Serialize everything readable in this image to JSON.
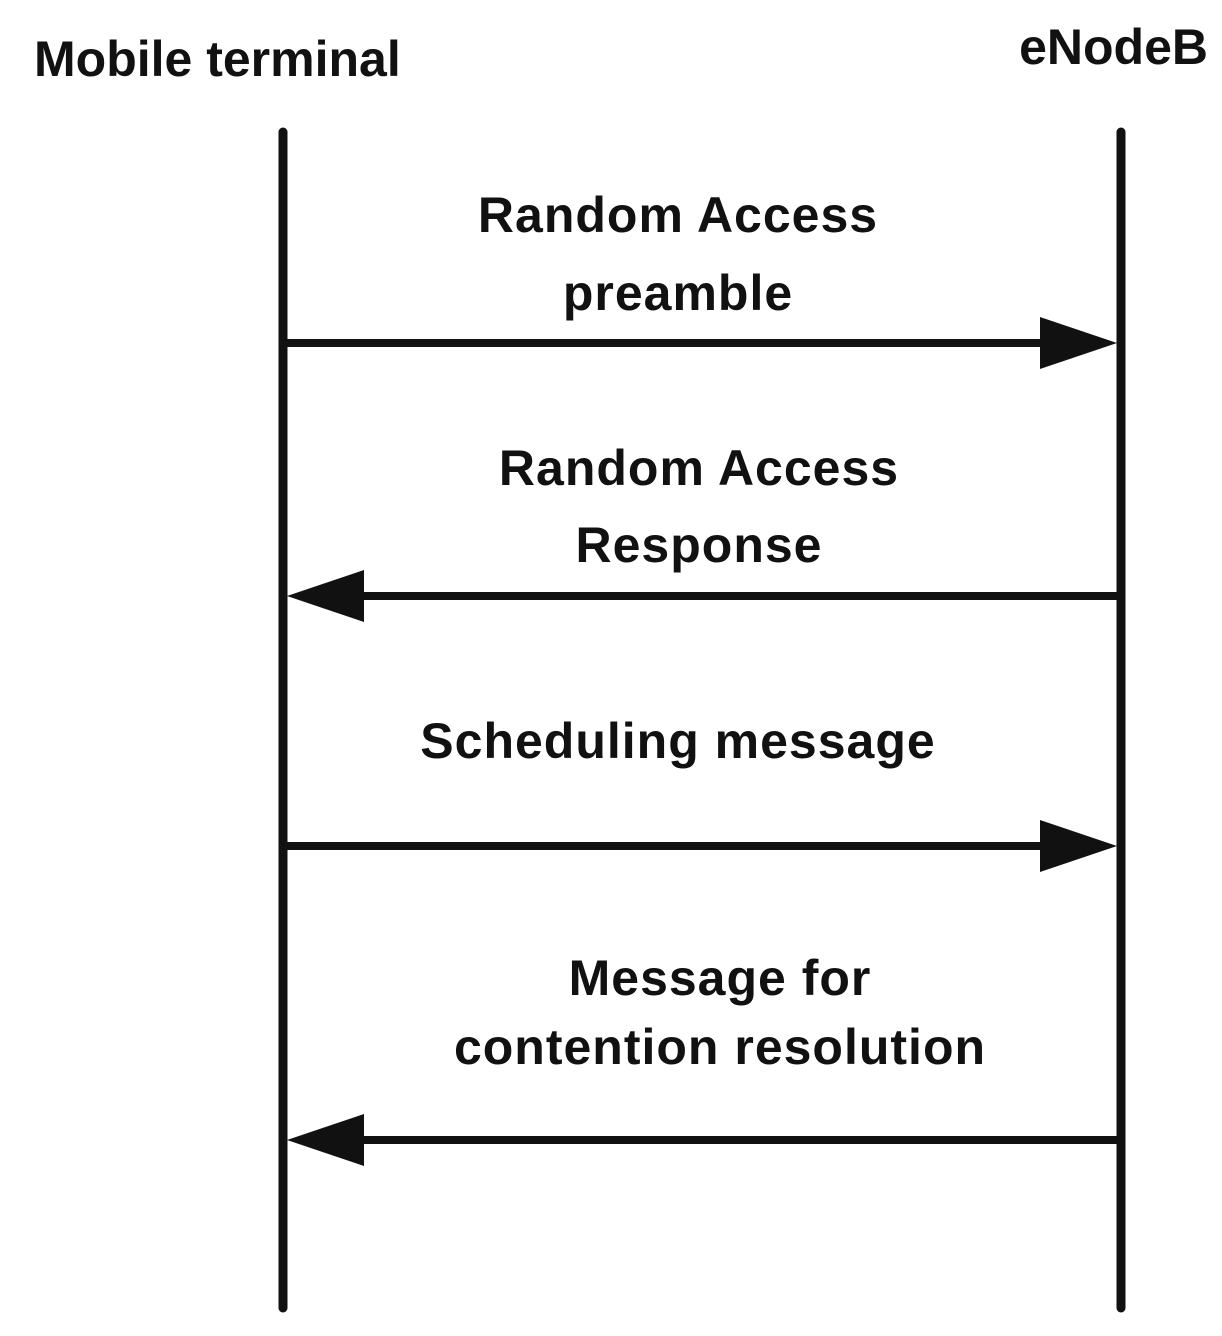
{
  "participants": {
    "left": "Mobile terminal",
    "right": "eNodeB"
  },
  "messages": [
    {
      "direction": "to-right",
      "lines": [
        "Random Access",
        "preamble"
      ]
    },
    {
      "direction": "to-left",
      "lines": [
        "Random Access",
        "Response"
      ]
    },
    {
      "direction": "to-right",
      "lines": [
        "Scheduling message"
      ]
    },
    {
      "direction": "to-left",
      "lines": [
        "Message for",
        "contention resolution"
      ]
    }
  ]
}
